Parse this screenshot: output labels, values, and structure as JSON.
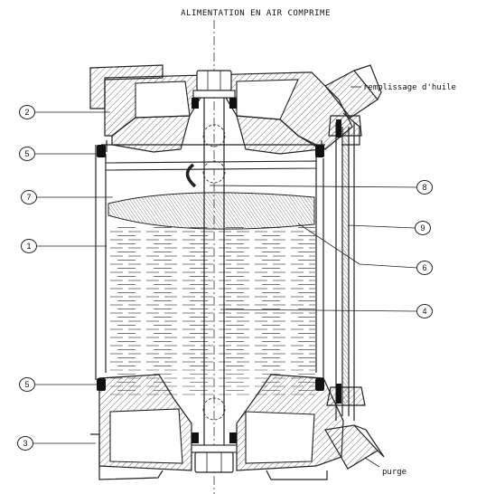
{
  "title": "ALIMENTATION EN AIR COMPRIME",
  "labels": {
    "oil_fill": "remplissage d'huile",
    "purge": "purge"
  },
  "callouts": [
    "2",
    "5",
    "7",
    "1",
    "5",
    "3",
    "8",
    "9",
    "6",
    "4"
  ],
  "colors": {
    "ink": "#222222",
    "paper": "#ffffff"
  }
}
